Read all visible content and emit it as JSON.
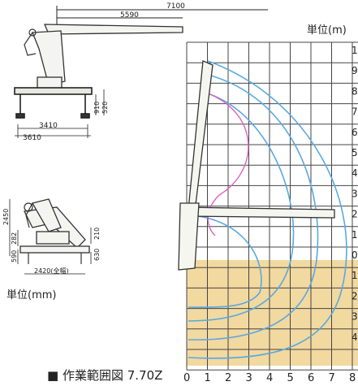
{
  "title": {
    "bullet": "■",
    "label": "作業範囲図",
    "model": "7.70Z"
  },
  "unit_m": "単位(m)",
  "unit_mm": "単位(mm)",
  "top_view": {
    "dim_total": "7100",
    "dim_boom": "5590",
    "dim_outrigger_inner": "3410",
    "dim_outrigger_outer": "3610",
    "dim_h1": "910",
    "dim_h2": "520"
  },
  "side_view": {
    "dim_height": "2450",
    "dim_a": "282",
    "dim_b": "590",
    "dim_c": "210",
    "dim_d": "630",
    "dim_width": "2420(全幅)"
  },
  "chart": {
    "x_ticks": [
      "0",
      "1",
      "2",
      "3",
      "4",
      "5",
      "6",
      "7",
      "8"
    ],
    "y_ticks_visible": [
      "1",
      "9",
      "8",
      "7",
      "6",
      "5",
      "4",
      "3",
      "2",
      "1",
      "0",
      "1",
      "2",
      "3",
      "4"
    ],
    "colors": {
      "grid": "#444444",
      "below_ground": "#f2d9a0",
      "envelope": "#5aa9e0",
      "inner": "#e060c0"
    }
  }
}
